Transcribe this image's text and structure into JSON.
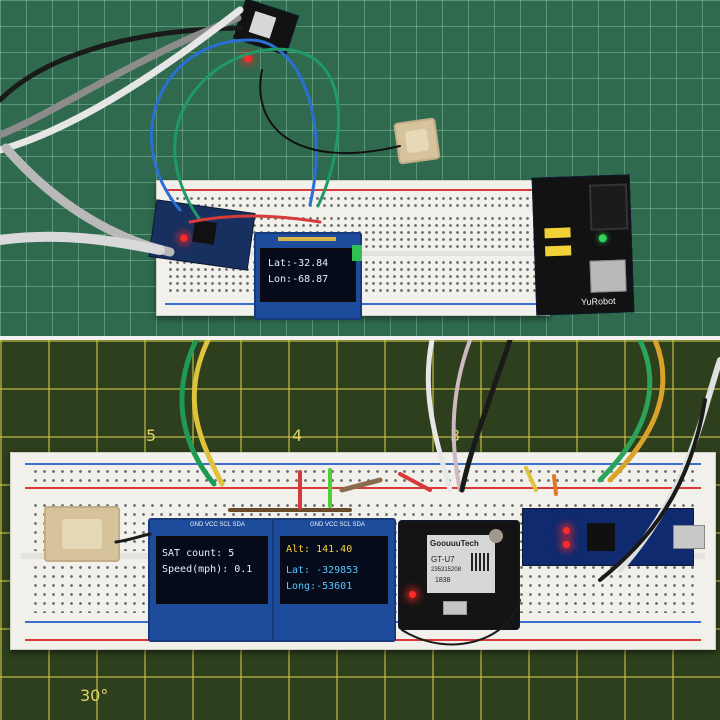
{
  "top_panel": {
    "oled_line1": "Lat:-32.84",
    "oled_line2": "Lon:-68.87",
    "power_module_label": "YuRobot"
  },
  "bottom_panel": {
    "oled_left_line1": "SAT count: 5",
    "oled_left_line2": "Speed(mph): 0.1",
    "oled_right_line1": "Alt:  141.40",
    "oled_right_line2": "Lat: -",
    "oled_right_line2_value": "329853",
    "oled_right_line3": "Long:-",
    "oled_right_line3_value": "53601",
    "gps_brand": "GoouuuTech",
    "gps_model": "GT-U7",
    "gps_code": "235315208",
    "gps_code2": "1838",
    "oled_pin_labels": "GND VCC SCL SDA",
    "mat_numbers": [
      "5",
      "4",
      "3",
      "30°"
    ]
  },
  "colors": {
    "top_mat": "#2f6a4e",
    "bottom_mat": "#2d3f1c",
    "oled_text_white": "#e8f0ff",
    "oled_text_yellow": "#ffd23a",
    "oled_text_blue": "#56c8ff"
  }
}
